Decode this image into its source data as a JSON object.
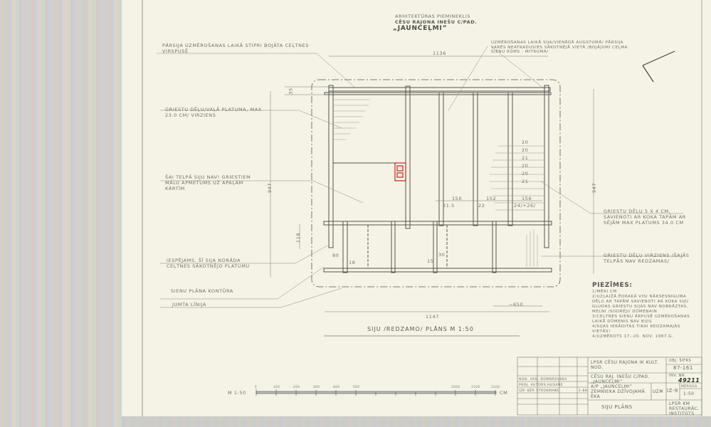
{
  "title_block_top": {
    "line1": "Arhitektūras piemineklis",
    "line2": "Cēsu rajona Inešu c/pad.",
    "line3": "„Jaunceļmi”"
  },
  "annotations": {
    "top_left": "Pārsija uzmērošanas laikā stipri bojāta ceļtnes virspusē",
    "top_right": "Uzmērošanas laikā sija/vienādā augstumā/ pārsija varēs neatradusies sākotnējā vietā /bojājumi ceļma sienu Rūms - mitruma/",
    "grestu_plat": "Griestu dēļu/vaļā platuma, max 23.0 cm/ virziens",
    "siju_nav": "Šai telpā siju nav! griestiem mālu apmetums uz apaļām kārtīm",
    "iespejams": "Iespējams, šī sija norāda ceļtnes sākotnējo platumu",
    "sienu_kontura": "Sienu plāna kontūra",
    "jumta_linija": "Jumta līnija",
    "grestu_5x4": "Griestu dēļu 5 x 4 cm, savienoti ar koka tapām ar sējām max platums 34.0 cm",
    "grestu_virziens": "Griestu dēļu virziens /šajās telpās nav redzamas/"
  },
  "notes": {
    "heading": "Piezīmes:",
    "body": "1/Mēri cm\n2/Uzlaižā ēdrakā visi nāksesniguma dēļu ar tapām savienoti ar koka siju \nGludas griestu sijas nav nobrāztas, melni /sodrēji/ dūmeņain\n3/Ceļtnes sienu ārpusē uzmērošanas laikā dūmenis nav bijis\n4/Sijas ierāditas tikai redzamajās vietās!\n4/Uzmērots 17.-20. nov. 1987.g."
  },
  "dimensions": {
    "top_width": "1136",
    "bottom_width": "1147",
    "left_height": "947",
    "right_height": "947",
    "small_top": "35",
    "small_left": "118",
    "right_offset": "~650",
    "bay1": "150",
    "bay2": "152",
    "bay3": "156",
    "beam1": "21.5",
    "beam2": "22",
    "beam3": "24/+26/",
    "p1": "80",
    "p2": "18",
    "p3": "30",
    "p4": "15",
    "steps": [
      "20",
      "20",
      "21",
      "20",
      "20",
      "21"
    ]
  },
  "plan_title": "Siju /redzamo/ plāns   M 1:50",
  "scale_bar": {
    "label": "M 1:50",
    "unit": "cm",
    "ticks": [
      "0",
      "100",
      "200",
      "300",
      "400",
      "500",
      "1000",
      "1100",
      "1200"
    ]
  },
  "title_block": {
    "org1": "LPSR Cēsu rajona IK kult. nod.",
    "code": "OBJ. ŠIFRS",
    "code_value": "87-161",
    "object": "Cēsu raj. Inešu c/pad. „Jaunceļmi”",
    "inv_label": "INV. NR.",
    "inv_value": "49211",
    "building": "A/P „Jaunceļmi” zemnieka dzīvojamā ēka",
    "stage": "UZM",
    "sheet": "IZ-9",
    "scale_label": "MĒROGS",
    "scale_value": "1:50",
    "drawing": "Siju plāns",
    "institute": "LPSR KM Restaurāc. institūts",
    "roles": [
      "Nod. vad. Dombrovska",
      "Proj. autors Husane",
      "Izp. Bēr Strokmane"
    ],
    "date": "1-88"
  },
  "colors": {
    "paper": "#f5f3e5",
    "ink": "#55554f",
    "stamp": "#d02020"
  }
}
